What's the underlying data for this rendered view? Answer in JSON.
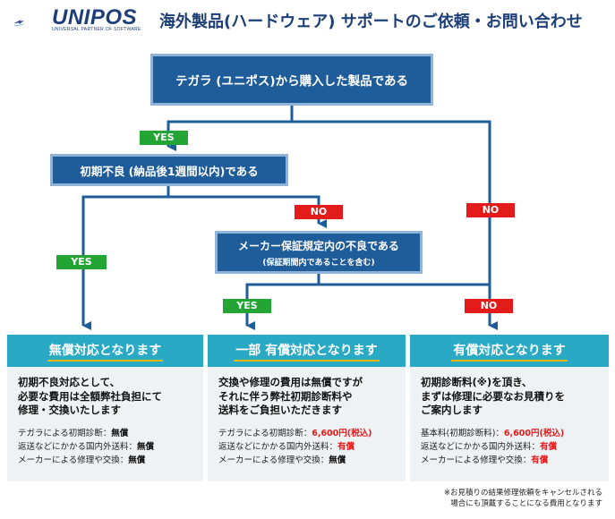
{
  "logo": {
    "text": "UNIPOS",
    "subtext": "UNIVERSAL PARTNER OF SOFTWARE"
  },
  "title": "海外製品(ハードウェア) サポートのご依頼・お問い合わせ",
  "nodes": {
    "q1": "テガラ (ユニポス)から購入した製品である",
    "q2": "初期不良 (納品後1週間以内)である",
    "q3": "メーカー保証規定内の不良である",
    "q3_sub": "(保証期間内であることを含む)"
  },
  "labels": {
    "yes": "YES",
    "no": "NO"
  },
  "colors": {
    "node": "#1f5c9a",
    "yes": "#23a536",
    "no": "#e31b1b",
    "panel_head": "#2aa9c5",
    "underline": "#f6b500",
    "panel_body": "#eef2f4"
  },
  "panels": [
    {
      "title": "無償対応となります",
      "desc": [
        "初期不良対応として、",
        "必要な費用は全額弊社負担にて",
        "修理・交換いたします"
      ],
      "fees": [
        {
          "label": "テガラによる初期診断：",
          "value": "無償",
          "red": false
        },
        {
          "label": "返送などにかかる国内外送料：",
          "value": "無償",
          "red": false
        },
        {
          "label": "メーカーによる修理や交換：",
          "value": "無償",
          "red": false
        }
      ]
    },
    {
      "title": "一部 有償対応となります",
      "desc": [
        "交換や修理の費用は無償ですが",
        "それに伴う弊社初期診断料や",
        "送料をご負担いただきます"
      ],
      "fees": [
        {
          "label": "テガラによる初期診断：",
          "value": "6,600円(税込)",
          "red": true
        },
        {
          "label": "返送などにかかる国内外送料：",
          "value": "有償",
          "red": true
        },
        {
          "label": "メーカーによる修理や交換：",
          "value": "無償",
          "red": false
        }
      ]
    },
    {
      "title": "有償対応となります",
      "desc": [
        "初期診断料(※)を頂き、",
        "まずは修理に必要なお見積りを",
        "ご案内します"
      ],
      "fees": [
        {
          "label": "基本料(初期診断料)：",
          "value": "6,600円(税込)",
          "red": true
        },
        {
          "label": "返送などにかかる国内外送料：",
          "value": "有償",
          "red": true
        },
        {
          "label": "メーカーによる修理や交換：",
          "value": "有償",
          "red": true
        }
      ]
    }
  ],
  "note": [
    "※お見積りの結果修理依頼をキャンセルされる",
    "場合にも頂戴することになる費用となります"
  ]
}
